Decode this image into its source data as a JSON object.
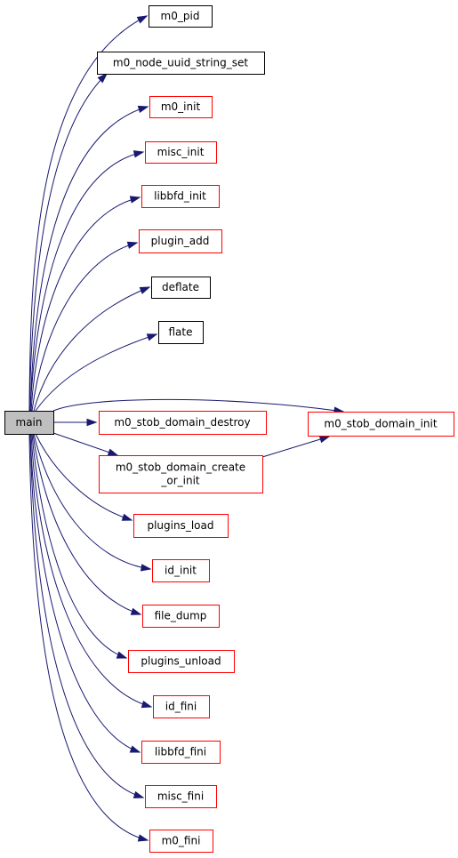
{
  "colors": {
    "edge": "#191970",
    "root_fill": "#bfbfbf",
    "root_border": "#000000",
    "documented_border": "#000000",
    "undocumented_border": "#ff0000",
    "node_fill": "#ffffff"
  },
  "root": {
    "label": "main"
  },
  "nodes": [
    {
      "id": "m0_pid",
      "lines": [
        "m0_pid"
      ],
      "border": "black"
    },
    {
      "id": "m0_node_uuid_string_set",
      "lines": [
        "m0_node_uuid_string_set"
      ],
      "border": "black"
    },
    {
      "id": "m0_init",
      "lines": [
        "m0_init"
      ],
      "border": "red"
    },
    {
      "id": "misc_init",
      "lines": [
        "misc_init"
      ],
      "border": "red"
    },
    {
      "id": "libbfd_init",
      "lines": [
        "libbfd_init"
      ],
      "border": "red"
    },
    {
      "id": "plugin_add",
      "lines": [
        "plugin_add"
      ],
      "border": "red"
    },
    {
      "id": "deflate",
      "lines": [
        "deflate"
      ],
      "border": "black"
    },
    {
      "id": "flate",
      "lines": [
        "flate"
      ],
      "border": "black"
    },
    {
      "id": "m0_stob_domain_destroy",
      "lines": [
        "m0_stob_domain_destroy"
      ],
      "border": "red"
    },
    {
      "id": "m0_stob_domain_create_or_init",
      "lines": [
        "m0_stob_domain_create",
        "_or_init"
      ],
      "border": "red"
    },
    {
      "id": "plugins_load",
      "lines": [
        "plugins_load"
      ],
      "border": "red"
    },
    {
      "id": "id_init",
      "lines": [
        "id_init"
      ],
      "border": "red"
    },
    {
      "id": "file_dump",
      "lines": [
        "file_dump"
      ],
      "border": "red"
    },
    {
      "id": "plugins_unload",
      "lines": [
        "plugins_unload"
      ],
      "border": "red"
    },
    {
      "id": "id_fini",
      "lines": [
        "id_fini"
      ],
      "border": "red"
    },
    {
      "id": "libbfd_fini",
      "lines": [
        "libbfd_fini"
      ],
      "border": "red"
    },
    {
      "id": "misc_fini",
      "lines": [
        "misc_fini"
      ],
      "border": "red"
    },
    {
      "id": "m0_fini",
      "lines": [
        "m0_fini"
      ],
      "border": "red"
    },
    {
      "id": "m0_stob_domain_init",
      "lines": [
        "m0_stob_domain_init"
      ],
      "border": "red"
    }
  ],
  "edges": [
    {
      "from": "main",
      "to": "m0_pid"
    },
    {
      "from": "main",
      "to": "m0_node_uuid_string_set"
    },
    {
      "from": "main",
      "to": "m0_init"
    },
    {
      "from": "main",
      "to": "misc_init"
    },
    {
      "from": "main",
      "to": "libbfd_init"
    },
    {
      "from": "main",
      "to": "plugin_add"
    },
    {
      "from": "main",
      "to": "deflate"
    },
    {
      "from": "main",
      "to": "flate"
    },
    {
      "from": "main",
      "to": "m0_stob_domain_init"
    },
    {
      "from": "main",
      "to": "m0_stob_domain_destroy"
    },
    {
      "from": "main",
      "to": "m0_stob_domain_create_or_init"
    },
    {
      "from": "main",
      "to": "plugins_load"
    },
    {
      "from": "main",
      "to": "id_init"
    },
    {
      "from": "main",
      "to": "file_dump"
    },
    {
      "from": "main",
      "to": "plugins_unload"
    },
    {
      "from": "main",
      "to": "id_fini"
    },
    {
      "from": "main",
      "to": "libbfd_fini"
    },
    {
      "from": "main",
      "to": "misc_fini"
    },
    {
      "from": "main",
      "to": "m0_fini"
    },
    {
      "from": "m0_stob_domain_create_or_init",
      "to": "m0_stob_domain_init"
    }
  ]
}
